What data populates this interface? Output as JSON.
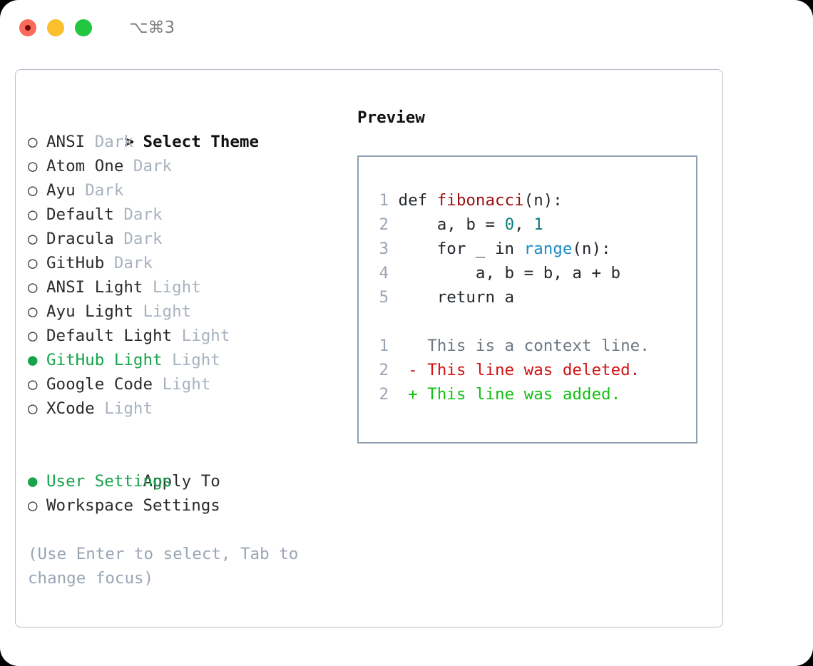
{
  "titlebar": {
    "shortcut": "⌥⌘3",
    "buttons": [
      "close",
      "minimize",
      "maximize"
    ]
  },
  "left": {
    "section_title": "Select Theme",
    "caret": ">",
    "bullet_empty": "○",
    "bullet_filled": "●",
    "themes": [
      {
        "name": "ANSI",
        "tag": "Dark",
        "selected": false
      },
      {
        "name": "Atom One",
        "tag": "Dark",
        "selected": false
      },
      {
        "name": "Ayu",
        "tag": "Dark",
        "selected": false
      },
      {
        "name": "Default",
        "tag": "Dark",
        "selected": false
      },
      {
        "name": "Dracula",
        "tag": "Dark",
        "selected": false
      },
      {
        "name": "GitHub",
        "tag": "Dark",
        "selected": false
      },
      {
        "name": "ANSI Light",
        "tag": "Light",
        "selected": false
      },
      {
        "name": "Ayu Light",
        "tag": "Light",
        "selected": false
      },
      {
        "name": "Default Light",
        "tag": "Light",
        "selected": false
      },
      {
        "name": "GitHub Light",
        "tag": "Light",
        "selected": true
      },
      {
        "name": "Google Code",
        "tag": "Light",
        "selected": false
      },
      {
        "name": "XCode",
        "tag": "Light",
        "selected": false
      }
    ],
    "apply_to_title": "Apply To",
    "apply_to": [
      {
        "name": "User Settings",
        "selected": true
      },
      {
        "name": "Workspace Settings",
        "selected": false
      }
    ],
    "hint": "(Use Enter to select, Tab to change focus)"
  },
  "right": {
    "preview_title": "Preview",
    "code_lines": [
      {
        "no": "1",
        "tokens": [
          {
            "t": "def ",
            "c": "plain"
          },
          {
            "t": "fibonacci",
            "c": "fn"
          },
          {
            "t": "(n):",
            "c": "plain"
          }
        ]
      },
      {
        "no": "2",
        "tokens": [
          {
            "t": "    a, b = ",
            "c": "plain"
          },
          {
            "t": "0",
            "c": "num"
          },
          {
            "t": ", ",
            "c": "plain"
          },
          {
            "t": "1",
            "c": "num"
          }
        ]
      },
      {
        "no": "3",
        "tokens": [
          {
            "t": "    for _ in ",
            "c": "plain"
          },
          {
            "t": "range",
            "c": "builtin"
          },
          {
            "t": "(n):",
            "c": "plain"
          }
        ]
      },
      {
        "no": "4",
        "tokens": [
          {
            "t": "        a, b = b, a + b",
            "c": "plain"
          }
        ]
      },
      {
        "no": "5",
        "tokens": [
          {
            "t": "    return a",
            "c": "plain"
          }
        ]
      }
    ],
    "diff_lines": [
      {
        "no": "1",
        "marker": " ",
        "text": "This is a context line.",
        "kind": "ctx"
      },
      {
        "no": "2",
        "marker": "-",
        "text": "This line was deleted.",
        "kind": "del"
      },
      {
        "no": "2",
        "marker": "+",
        "text": "This line was added.",
        "kind": "add"
      }
    ]
  },
  "colors": {
    "accent_green": "#16a34a",
    "tag_gray": "#a8b2bf",
    "hint_gray": "#9aa5b4",
    "panel_border": "#b6c0cc",
    "preview_border": "#90a0b2",
    "syntax_function": "#9b1010",
    "syntax_number": "#0d7d7d",
    "syntax_builtin": "#1a8cc8",
    "diff_delete": "#cf1313",
    "diff_add": "#13c013"
  }
}
